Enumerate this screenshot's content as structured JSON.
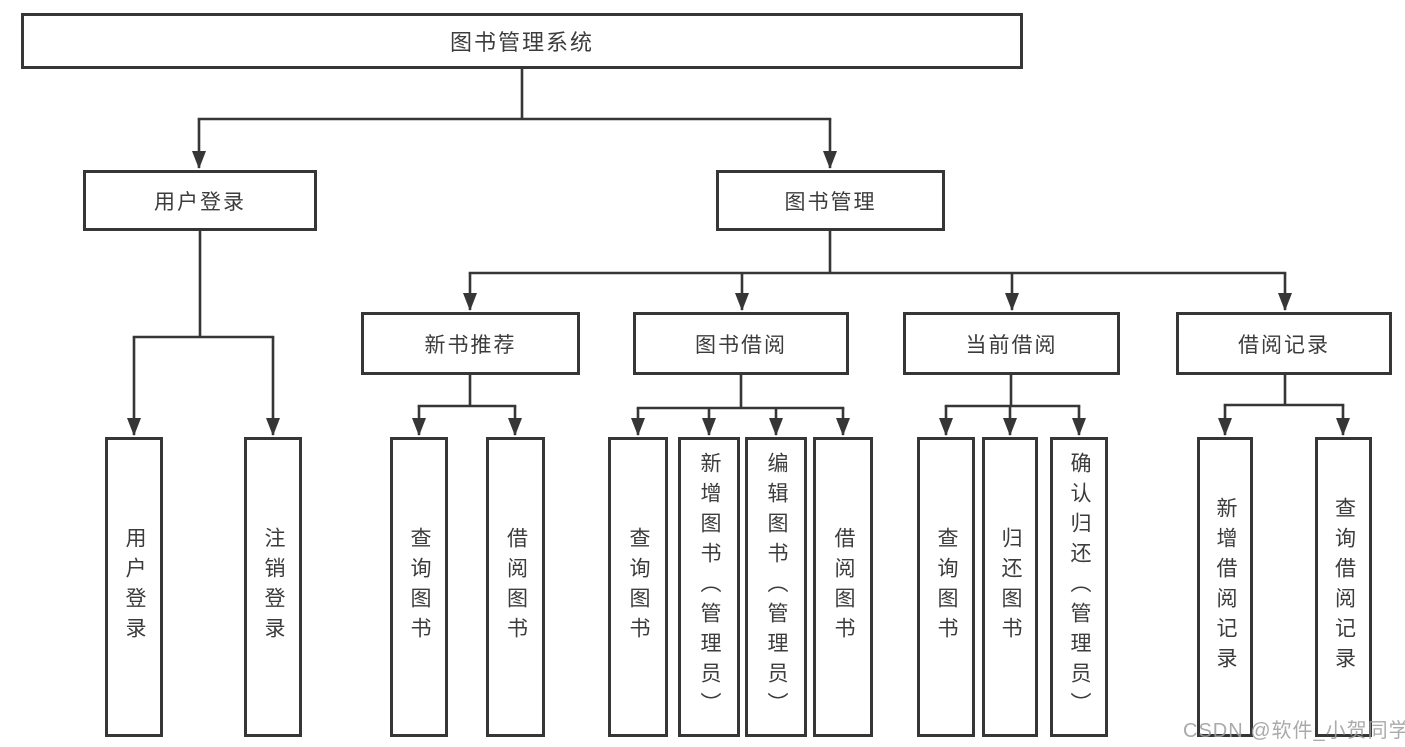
{
  "nodes": {
    "root": "图书管理系统",
    "branches": [
      {
        "label": "用户登录",
        "children": [
          "用户登录",
          "注销登录"
        ]
      },
      {
        "label": "图书管理",
        "children": [
          {
            "label": "新书推荐",
            "children": [
              "查询图书",
              "借阅图书"
            ]
          },
          {
            "label": "图书借阅",
            "children": [
              "查询图书",
              "新增图书（管理员）",
              "编辑图书（管理员）",
              "借阅图书"
            ]
          },
          {
            "label": "当前借阅",
            "children": [
              "查询图书",
              "归还图书",
              "确认归还（管理员）"
            ]
          },
          {
            "label": "借阅记录",
            "children": [
              "新增借阅记录",
              "查询借阅记录"
            ]
          }
        ]
      }
    ]
  },
  "watermark": {
    "text": "CSDN @软件_小贺同学"
  },
  "colors": {
    "line": "#363636",
    "box_border": "#363636",
    "text": "#3c3c3c",
    "watermark": "#9e9e9e"
  }
}
